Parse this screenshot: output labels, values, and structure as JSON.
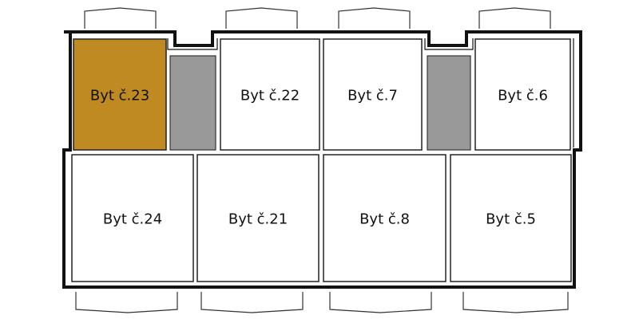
{
  "floorplan": {
    "colors": {
      "selected": "#BF8A22",
      "available": "#ffffff",
      "core": "#999999",
      "wall": "#111111"
    },
    "flats": [
      {
        "id": "flat-23",
        "label": "Byt č.23",
        "selected": true
      },
      {
        "id": "flat-22",
        "label": "Byt č.22",
        "selected": false
      },
      {
        "id": "flat-7",
        "label": "Byt č.7",
        "selected": false
      },
      {
        "id": "flat-6",
        "label": "Byt č.6",
        "selected": false
      },
      {
        "id": "flat-24",
        "label": "Byt č.24",
        "selected": false
      },
      {
        "id": "flat-21",
        "label": "Byt č.21",
        "selected": false
      },
      {
        "id": "flat-8",
        "label": "Byt č.8",
        "selected": false
      },
      {
        "id": "flat-5",
        "label": "Byt č.5",
        "selected": false
      }
    ]
  }
}
